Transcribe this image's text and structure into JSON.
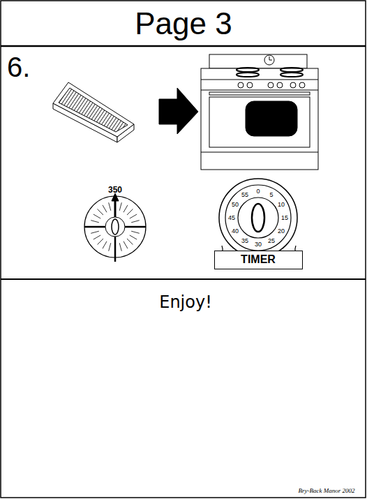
{
  "diagram": {
    "title": "Page 3",
    "nodes": [
      {
        "text": [
          "6."
        ]
      },
      {
        "text": [
          "TIMER"
        ],
        "in": 0
      }
    ],
    "labels": [
      "350",
      "0",
      "5",
      "10",
      "15",
      "20",
      "25",
      "30",
      "35",
      "40",
      "45",
      "50",
      "55",
      "Enjoy!",
      "Bry-Back Manor 2002"
    ]
  }
}
